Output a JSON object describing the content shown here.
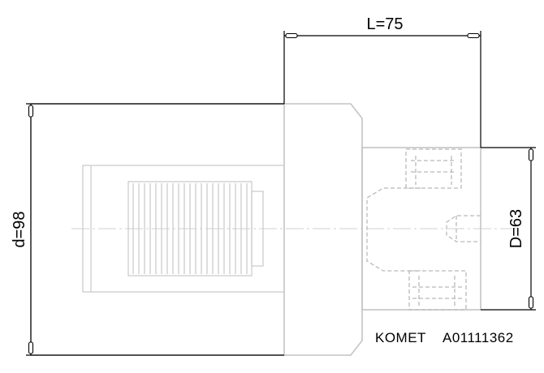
{
  "dimensions": {
    "length": "L=75",
    "outer_diameter": "d=98",
    "bore_diameter": "D=63"
  },
  "reference": {
    "manufacturer": "KOMET",
    "part_number": "A01111362"
  },
  "colors": {
    "part_outline": "#c4c4c4",
    "dimension_lines": "#000000"
  }
}
